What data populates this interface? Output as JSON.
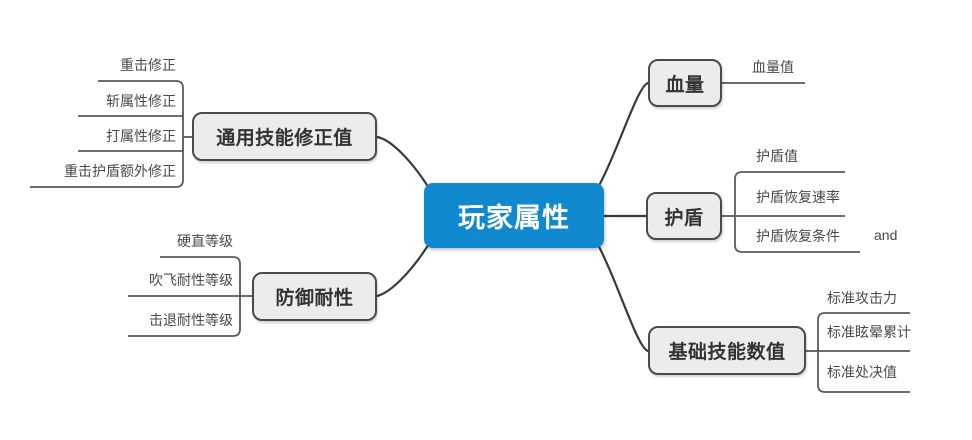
{
  "diagram": {
    "type": "mind-map",
    "title": "玩家属性",
    "root": {
      "id": "root",
      "label": "玩家属性",
      "color": "#1189ce",
      "text_color": "#ffffff"
    },
    "node_style": {
      "branch_fill": "#ececec",
      "branch_border": "#4b4b4b",
      "branch_text": "#333333",
      "leaf_text": "#4a4a4a",
      "wire": "#3a3a3a"
    },
    "branches": [
      {
        "id": "general-skill-modifiers",
        "label": "通用技能修正值",
        "side": "left",
        "leaves": [
          {
            "id": "heavy-attack-modifier",
            "label": "重击修正"
          },
          {
            "id": "slash-attribute-modifier",
            "label": "斩属性修正"
          },
          {
            "id": "blunt-attribute-modifier",
            "label": "打属性修正"
          },
          {
            "id": "heavy-attack-shield-extra-modifier",
            "label": "重击护盾额外修正"
          }
        ]
      },
      {
        "id": "defense-resistance",
        "label": "防御耐性",
        "side": "left",
        "leaves": [
          {
            "id": "stagger-level",
            "label": "硬直等级"
          },
          {
            "id": "blowback-resistance-level",
            "label": "吹飞耐性等级"
          },
          {
            "id": "knockback-resistance-level",
            "label": "击退耐性等级"
          }
        ]
      },
      {
        "id": "health",
        "label": "血量",
        "side": "right",
        "leaves": [
          {
            "id": "health-value",
            "label": "血量值"
          }
        ]
      },
      {
        "id": "shield",
        "label": "护盾",
        "side": "right",
        "leaves": [
          {
            "id": "shield-value",
            "label": "护盾值"
          },
          {
            "id": "shield-recovery-rate",
            "label": "护盾恢复速率"
          },
          {
            "id": "shield-recovery-condition",
            "label": "护盾恢复条件"
          }
        ]
      },
      {
        "id": "basic-skill-values",
        "label": "基础技能数值",
        "side": "right",
        "leaves": [
          {
            "id": "standard-attack-power",
            "label": "标准攻击力"
          },
          {
            "id": "standard-stun-accumulation",
            "label": "标准眩晕累计"
          },
          {
            "id": "standard-execution-value",
            "label": "标准处决值"
          }
        ]
      }
    ],
    "annotations": [
      {
        "id": "and-note",
        "label": "and"
      }
    ]
  }
}
